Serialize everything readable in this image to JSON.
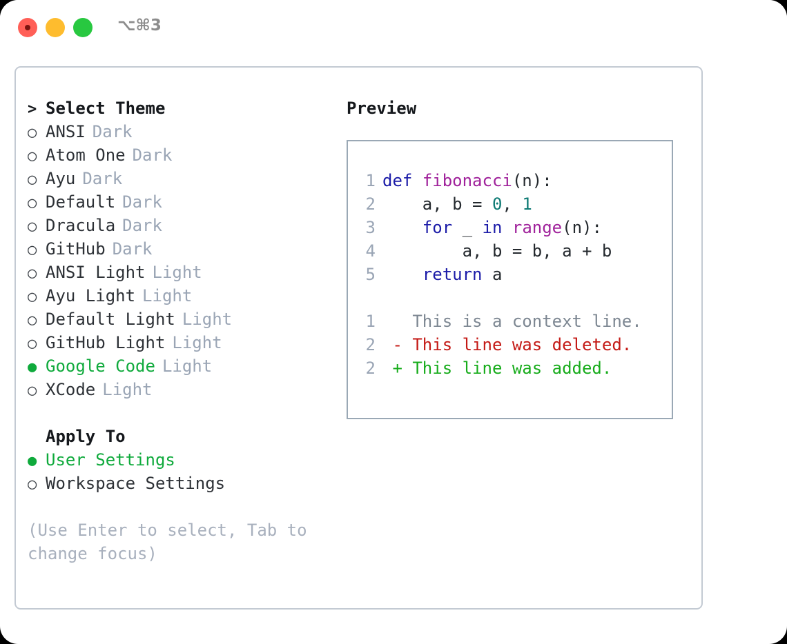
{
  "titlebar": {
    "shortcut": "⌥⌘3",
    "buttons": [
      {
        "name": "close",
        "color": "#ff5f57"
      },
      {
        "name": "minimize",
        "color": "#febc2e"
      },
      {
        "name": "maximize",
        "color": "#28c840"
      }
    ]
  },
  "colors": {
    "selected_green": "#0faa3c",
    "tag_gray": "#9aa5b5",
    "hint_gray": "#a8b0bd",
    "panel_border": "#c3cad3",
    "preview_border": "#9aa8b5",
    "keyword_blue": "#1c1ca8",
    "function_purple": "#a0229b",
    "number_teal": "#0d7a74",
    "diff_deleted_red": "#c41a16",
    "diff_added_green": "#17ac1b",
    "line_number_gray": "#9aa5b5"
  },
  "theme_picker": {
    "header": "Select Theme",
    "header_marker": ">",
    "bullet_unselected": "○",
    "bullet_selected": "●",
    "items": [
      {
        "label": "ANSI",
        "tag": "Dark",
        "selected": false
      },
      {
        "label": "Atom One",
        "tag": "Dark",
        "selected": false
      },
      {
        "label": "Ayu",
        "tag": "Dark",
        "selected": false
      },
      {
        "label": "Default",
        "tag": "Dark",
        "selected": false
      },
      {
        "label": "Dracula",
        "tag": "Dark",
        "selected": false
      },
      {
        "label": "GitHub",
        "tag": "Dark",
        "selected": false
      },
      {
        "label": "ANSI Light",
        "tag": "Light",
        "selected": false
      },
      {
        "label": "Ayu Light",
        "tag": "Light",
        "selected": false
      },
      {
        "label": "Default Light",
        "tag": "Light",
        "selected": false
      },
      {
        "label": "GitHub Light",
        "tag": "Light",
        "selected": false
      },
      {
        "label": "Google Code",
        "tag": "Light",
        "selected": true
      },
      {
        "label": "XCode",
        "tag": "Light",
        "selected": false
      }
    ]
  },
  "apply_to": {
    "header": "Apply To",
    "items": [
      {
        "label": "User Settings",
        "selected": true
      },
      {
        "label": "Workspace Settings",
        "selected": false
      }
    ]
  },
  "hint": "(Use Enter to select, Tab to change focus)",
  "preview": {
    "title": "Preview",
    "code_lines": [
      {
        "num": "1",
        "tokens": [
          {
            "t": "def",
            "c": "kw"
          },
          {
            "t": " ",
            "c": "pl"
          },
          {
            "t": "fibonacci",
            "c": "fn"
          },
          {
            "t": "(n):",
            "c": "pl"
          }
        ]
      },
      {
        "num": "2",
        "tokens": [
          {
            "t": "    a, b = ",
            "c": "id"
          },
          {
            "t": "0",
            "c": "num"
          },
          {
            "t": ", ",
            "c": "id"
          },
          {
            "t": "1",
            "c": "num"
          }
        ]
      },
      {
        "num": "3",
        "tokens": [
          {
            "t": "    ",
            "c": "pl"
          },
          {
            "t": "for",
            "c": "kw"
          },
          {
            "t": " _ ",
            "c": "id"
          },
          {
            "t": "in",
            "c": "kw"
          },
          {
            "t": " ",
            "c": "pl"
          },
          {
            "t": "range",
            "c": "fn"
          },
          {
            "t": "(n):",
            "c": "pl"
          }
        ]
      },
      {
        "num": "4",
        "tokens": [
          {
            "t": "        a, b = b, a + b",
            "c": "id"
          }
        ]
      },
      {
        "num": "5",
        "tokens": [
          {
            "t": "    ",
            "c": "pl"
          },
          {
            "t": "return",
            "c": "kw"
          },
          {
            "t": " a",
            "c": "id"
          }
        ]
      }
    ],
    "diff_lines": [
      {
        "num": "1",
        "marker": " ",
        "text": "This is a context line.",
        "kind": "ctx"
      },
      {
        "num": "2",
        "marker": "-",
        "text": "This line was deleted.",
        "kind": "del"
      },
      {
        "num": "2",
        "marker": "+",
        "text": "This line was added.",
        "kind": "add"
      }
    ]
  }
}
